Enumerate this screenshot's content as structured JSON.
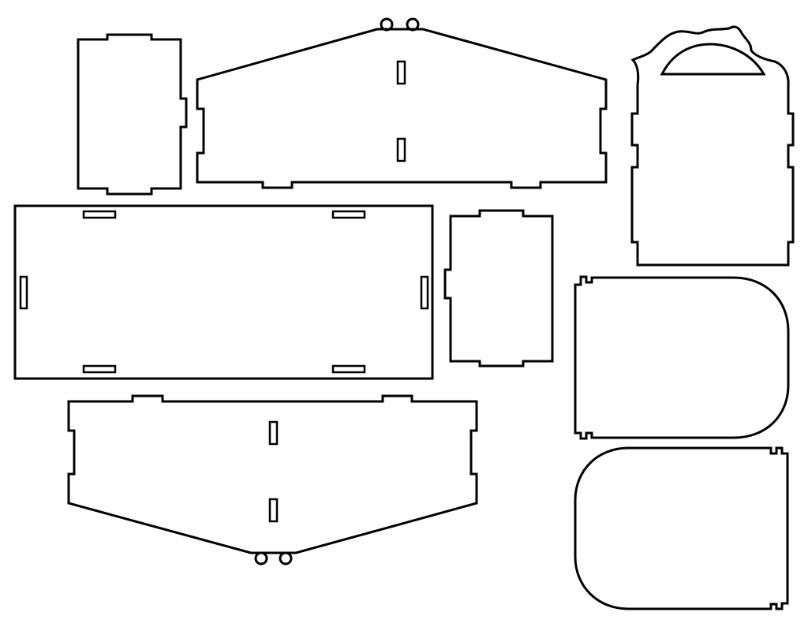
{
  "diagram": {
    "kind": "laser-cut box template",
    "background": "#ffffff",
    "line_color": "#000000",
    "pieces": [
      {
        "name": "small-side-panel-top-left"
      },
      {
        "name": "gabled-long-side-panel-top"
      },
      {
        "name": "arched-handle-end-panel"
      },
      {
        "name": "base-panel"
      },
      {
        "name": "small-side-panel-middle"
      },
      {
        "name": "rounded-lid-panel-top"
      },
      {
        "name": "rounded-lid-panel-bottom"
      },
      {
        "name": "gabled-long-side-panel-bottom"
      }
    ]
  }
}
